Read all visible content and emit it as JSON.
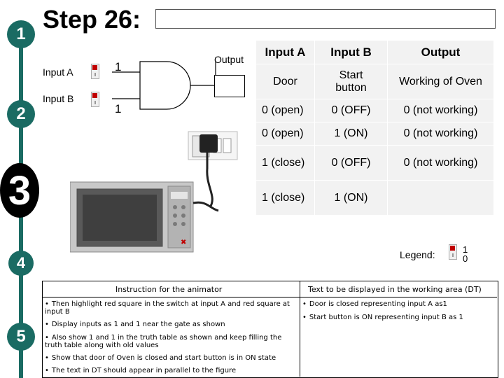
{
  "step_markers": [
    "1",
    "2",
    "3",
    "4",
    "5"
  ],
  "title": "Step 26:",
  "title_box_text": "",
  "circuit": {
    "input_a_label": "Input A",
    "input_b_label": "Input B",
    "input_a_value": "1",
    "input_b_value": "1",
    "output_label": "Output",
    "output_value": ""
  },
  "truth_table": {
    "headers": [
      "Input A",
      "Input B",
      "Output"
    ],
    "subheaders": [
      "Door",
      "Start button",
      "Working of Oven"
    ],
    "rows": [
      [
        "0 (open)",
        "0 (OFF)",
        "0 (not working)"
      ],
      [
        "0 (open)",
        "1 (ON)",
        "0 (not working)"
      ],
      [
        "1 (close)",
        "0 (OFF)",
        "0 (not working)"
      ],
      [
        "1 (close)",
        "1 (ON)",
        ""
      ]
    ]
  },
  "legend": {
    "label": "Legend:",
    "on": "1",
    "off": "0"
  },
  "instructions": {
    "header": "Instruction for the animator",
    "items": [
      "Then highlight red square in the switch at input A and red square at input B",
      "Display inputs as 1 and 1 near the gate as shown",
      "Also show 1 and 1 in the truth table as shown and keep filling the truth table along with old values",
      "Show that door of Oven is closed and start button is in ON state",
      "The text in DT should appear  in parallel to the figure"
    ]
  },
  "dt": {
    "header": "Text to be displayed in the working area (DT)",
    "items": [
      "Door is closed representing input A as1",
      "Start button is ON representing input B as 1"
    ]
  },
  "colors": {
    "accent": "#1a6b63",
    "switch_red": "#c00000",
    "table_bg": "#f2f2f2"
  }
}
